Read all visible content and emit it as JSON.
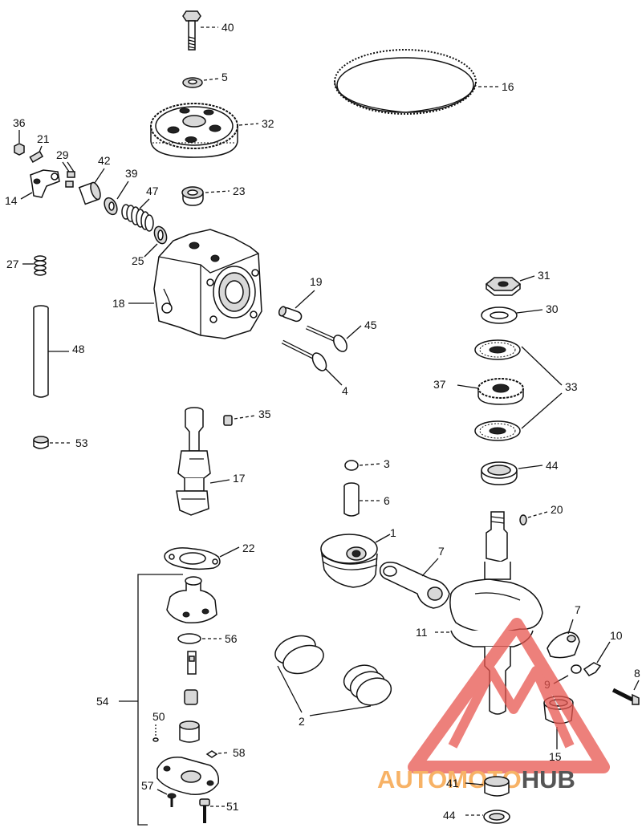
{
  "brand": {
    "part1": "AUTOMOTO",
    "part2": "HUB",
    "color_logo": "#e8564f",
    "color_text1": "#f7b266",
    "color_text2": "#555555"
  },
  "callouts": {
    "c40": "40",
    "c5": "5",
    "c16": "16",
    "c32": "32",
    "c36": "36",
    "c21": "21",
    "c29": "29",
    "c42": "42",
    "c39": "39",
    "c47": "47",
    "c23": "23",
    "c14": "14",
    "c27": "27",
    "c25": "25",
    "c18": "18",
    "c19": "19",
    "c45": "45",
    "c4": "4",
    "c31": "31",
    "c30": "30",
    "c33": "33",
    "c37": "37",
    "c48": "48",
    "c35": "35",
    "c53": "53",
    "c17": "17",
    "c3": "3",
    "c44a": "44",
    "c6": "6",
    "c20": "20",
    "c1": "1",
    "c22": "22",
    "c7a": "7",
    "c7b": "7",
    "c56": "56",
    "c11": "11",
    "c10": "10",
    "c8": "8",
    "c9": "9",
    "c54": "54",
    "c2": "2",
    "c50": "50",
    "c15": "15",
    "c58": "58",
    "c57": "57",
    "c51": "51",
    "c41": "41",
    "c44b": "44"
  }
}
